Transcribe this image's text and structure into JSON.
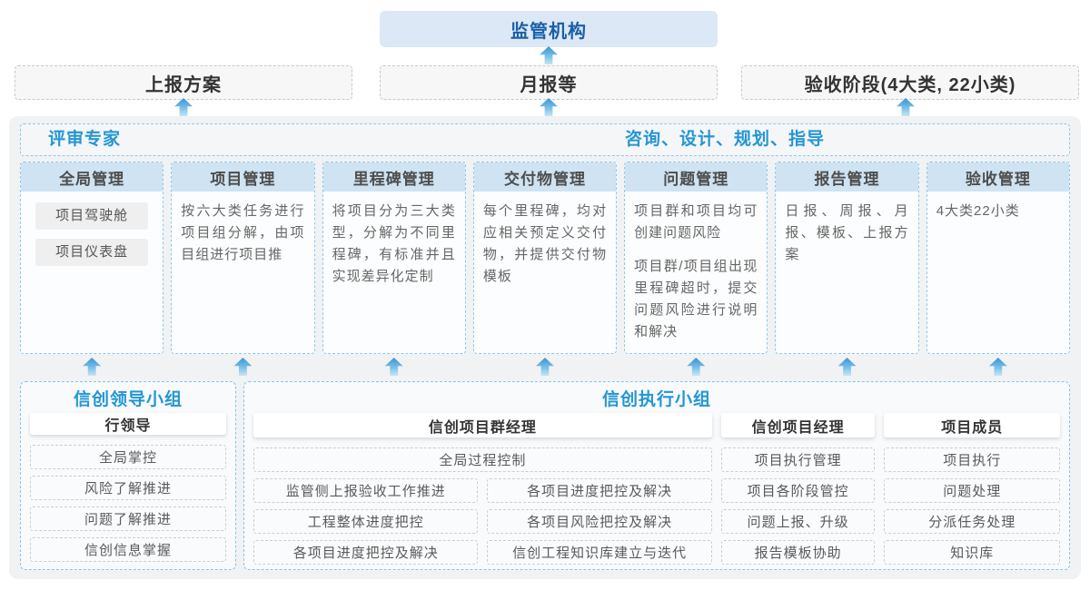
{
  "colors": {
    "accent_blue": "#2496d3",
    "regulator_text_blue": "#1a5fa8",
    "arrow_blue": "#3795d3",
    "column_header_strip": "#cfe3f2",
    "dashed_border_blue": "#8fc8e9"
  },
  "top": {
    "regulator": "监管机构",
    "outputs": [
      "上报方案",
      "月报等",
      "验收阶段(4大类, 22小类)"
    ]
  },
  "advisors": {
    "left": "评审专家",
    "right": "咨询、设计、规划、指导"
  },
  "modules": [
    {
      "title": "全局管理",
      "pills": [
        "项目驾驶舱",
        "项目仪表盘"
      ]
    },
    {
      "title": "项目管理",
      "paragraphs": [
        "按六大类任务进行项目组分解，由项目组进行项目推"
      ]
    },
    {
      "title": "里程碑管理",
      "paragraphs": [
        "将项目分为三大类型，分解为不同里程碑，有标准并且实现差异化定制"
      ]
    },
    {
      "title": "交付物管理",
      "paragraphs": [
        "每个里程碑，均对应相关预定义交付物，并提供交付物模板"
      ]
    },
    {
      "title": "问题管理",
      "paragraphs": [
        "项目群和项目均可创建问题风险",
        "项目群/项目组出现里程碑超时，提交问题风险进行说明和解决"
      ]
    },
    {
      "title": "报告管理",
      "paragraphs": [
        "日报、周报、月报、模板、上报方案"
      ]
    },
    {
      "title": "验收管理",
      "paragraphs": [
        "4大类22小类"
      ]
    }
  ],
  "leader_group": {
    "title": "信创领导小组",
    "role": "行领导",
    "items": [
      "全局掌控",
      "风险了解推进",
      "问题了解推进",
      "信创信息掌握"
    ]
  },
  "exec_group": {
    "title": "信创执行小组",
    "pm_group": {
      "role": "信创项目群经理",
      "full_width_item": "全局过程控制",
      "left_items": [
        "监管侧上报验收工作推进",
        "工程整体进度把控",
        "各项目进度把控及解决"
      ],
      "right_items": [
        "各项目进度把控及解决",
        "各项目风险把控及解决",
        "信创工程知识库建立与迭代"
      ]
    },
    "pm": {
      "role": "信创项目经理",
      "items": [
        "项目执行管理",
        "项目各阶段管控",
        "问题上报、升级",
        "报告模板协助"
      ]
    },
    "member": {
      "role": "项目成员",
      "items": [
        "项目执行",
        "问题处理",
        "分派任务处理",
        "知识库"
      ]
    }
  }
}
